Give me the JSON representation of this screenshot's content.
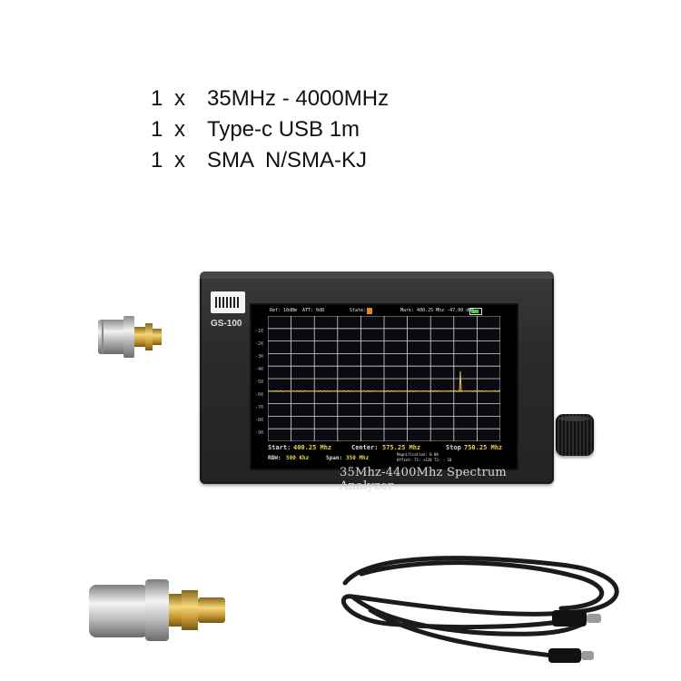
{
  "contents": [
    {
      "qty": "1",
      "x": "x",
      "item": "35MHz - 4000MHz"
    },
    {
      "qty": "1",
      "x": "x",
      "item": "Type-c USB 1m"
    },
    {
      "qty": "1",
      "x": "x",
      "item": "SMA  N/SMA-KJ"
    }
  ],
  "device": {
    "model": "GS-100",
    "caption": "35Mhz-4400Mhz  Spectrum Analyzer",
    "screen": {
      "ref": "Ref: 10dBm",
      "att": "ATT: 0dB",
      "state": "State:",
      "mark": "Mark: 400.25 Mhz  -47.00 dBm",
      "y_labels": [
        "-10",
        "-20",
        "-30",
        "-40",
        "-50",
        "-60",
        "-70",
        "-80",
        "-90"
      ],
      "start_label": "Start:",
      "start_value": "400.25 Mhz",
      "center_label": "Center:",
      "center_value": "575.25 Mhz",
      "stop_label": "Stop",
      "stop_value": "750.25 Mhz",
      "rbw_label": "RBW:",
      "rbw_value": "500 Khz",
      "span_label": "Span:",
      "span_value": "350 Mhz",
      "magnification": "Magnification: 0.00",
      "offset": "Offset:  T1: +120   T2: -  10",
      "colors": {
        "trace": "#e3c84a",
        "grid": "#d8d8d8",
        "status": "#e38a1a"
      }
    }
  },
  "icons": [
    "n-type-connector-icon",
    "sma-adapter-icon",
    "usb-c-cable-icon",
    "rotary-knob-icon"
  ]
}
